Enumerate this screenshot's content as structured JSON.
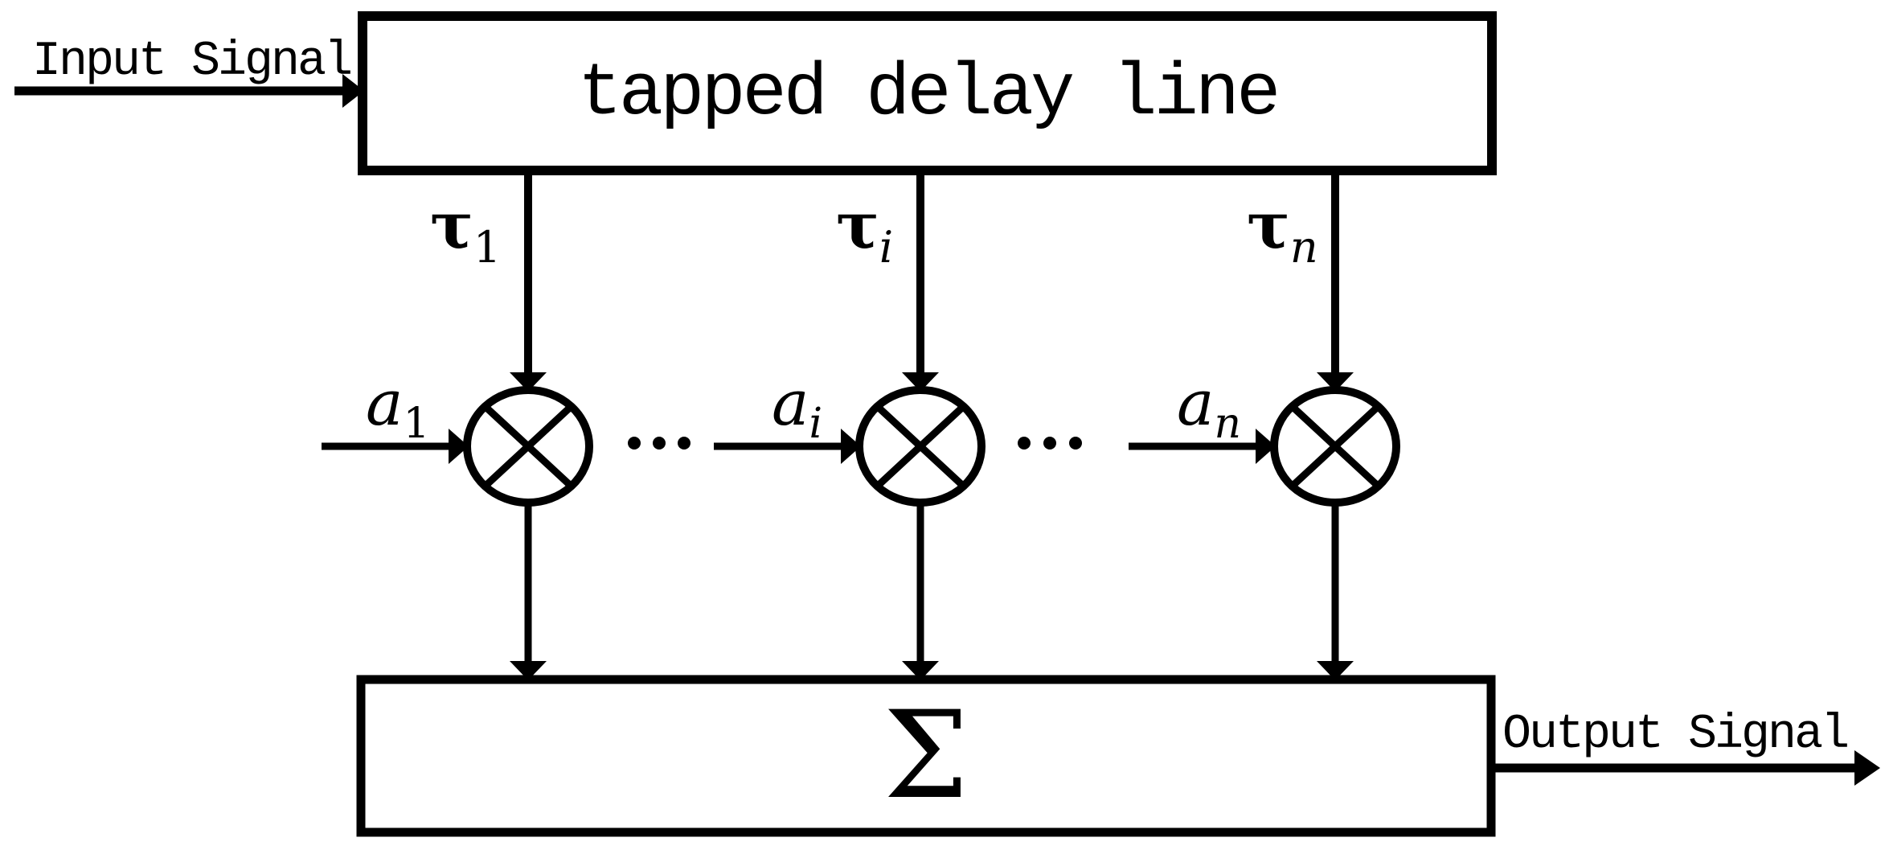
{
  "colors": {
    "ink": "#000000",
    "paper": "#ffffff"
  },
  "diagram": {
    "input_label": "Input Signal",
    "output_label": "Output Signal",
    "delay_block_label": "tapped delay line",
    "summation_symbol": "Σ",
    "ellipsis_symbol": "···",
    "taps": [
      {
        "delay_symbol": "τ",
        "delay_subscript": "1",
        "gain_symbol": "a",
        "gain_subscript": "1"
      },
      {
        "delay_symbol": "τ",
        "delay_subscript": "i",
        "gain_symbol": "a",
        "gain_subscript": "i"
      },
      {
        "delay_symbol": "τ",
        "delay_subscript": "n",
        "gain_symbol": "a",
        "gain_subscript": "n"
      }
    ]
  }
}
